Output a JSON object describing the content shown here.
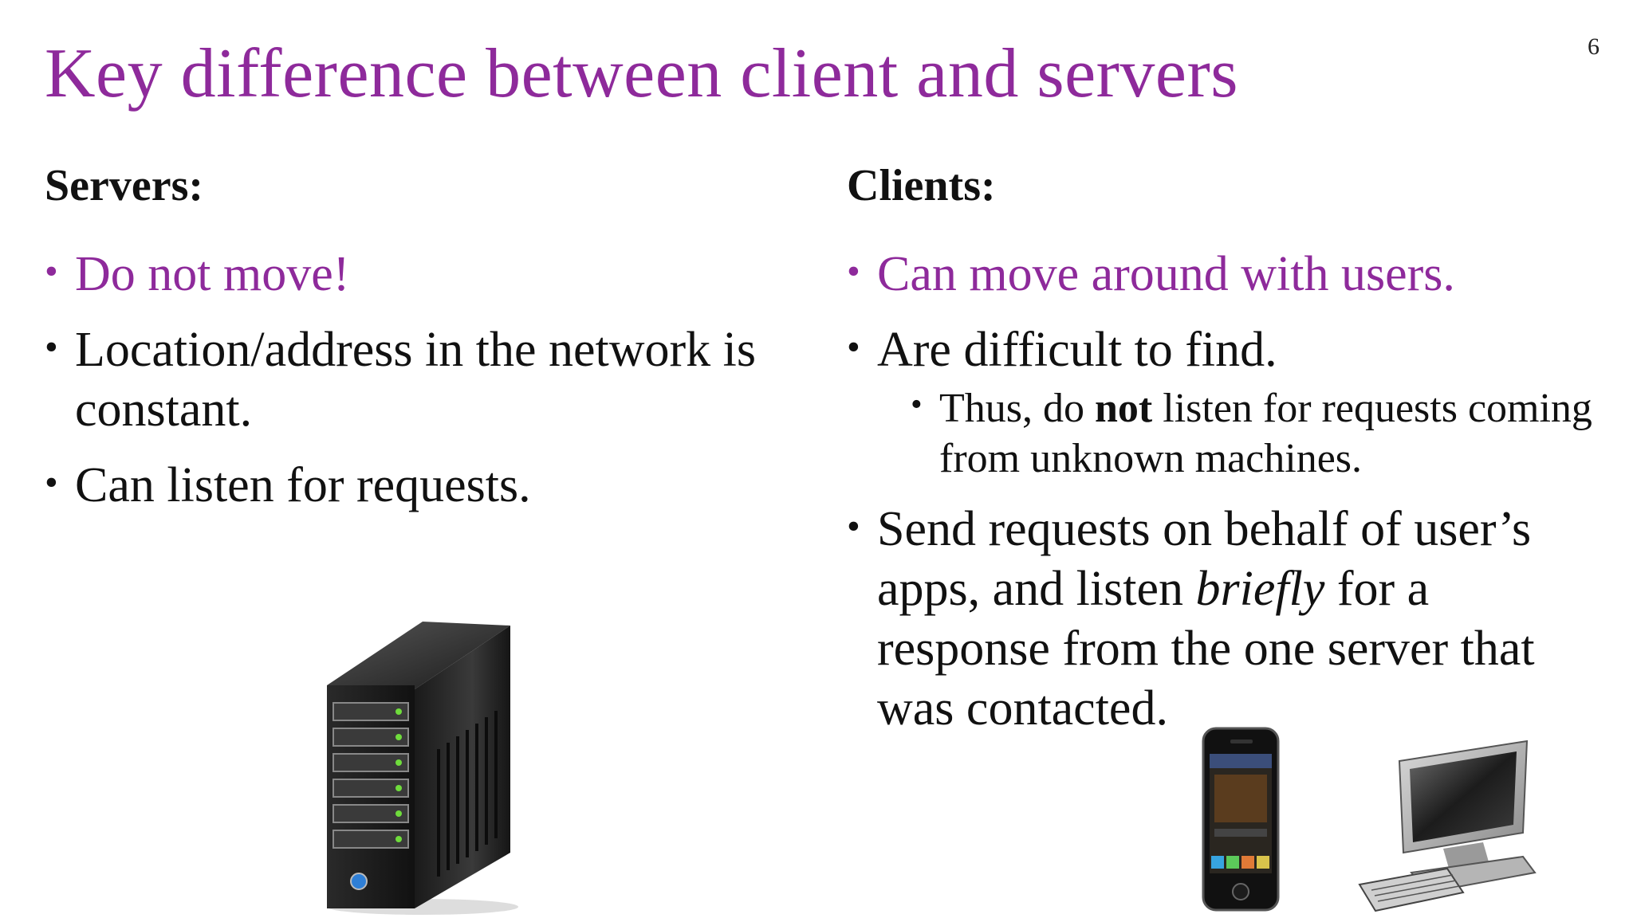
{
  "slide": {
    "number": "6",
    "title": "Key difference between client and servers"
  },
  "servers": {
    "heading": "Servers:",
    "bullets": [
      "Do not move!",
      "Location/address in the network is constant.",
      "Can listen for requests."
    ]
  },
  "clients": {
    "heading": "Clients:",
    "bullet_1": "Can move around with users.",
    "bullet_2": "Are difficult to find.",
    "sub_bullet": {
      "before": "Thus, do ",
      "bold": "not",
      "after": " listen for requests coming from unknown machines."
    },
    "bullet_3": {
      "before": "Send requests on behalf of user’s apps, and listen ",
      "italic": "briefly",
      "after": " for a response from the one server that was contacted."
    }
  },
  "illustrations": {
    "server": "server-tower-icon",
    "phone": "smartphone-icon",
    "desktop": "desktop-computer-icon"
  },
  "colors": {
    "accent": "#8e2a9b",
    "text": "#111111",
    "background": "#ffffff"
  }
}
